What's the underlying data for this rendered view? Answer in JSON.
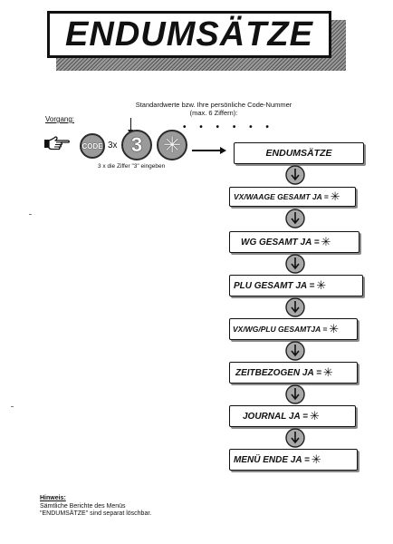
{
  "title": "ENDUMSÄTZE",
  "annotation": {
    "default_line1": "Standardwerte bzw. Ihre persönliche Code-Nummer",
    "default_line2": "(max. 6 Ziffern):",
    "vorgang": "Vorgang:",
    "dots": "• • • • • •"
  },
  "keys": {
    "code_label": "CODE",
    "times": "3x",
    "digit": "3",
    "star": "✳",
    "caption": "3 x die Ziffer \"3\" eingeben"
  },
  "flow": [
    {
      "label": "ENDUMSÄTZE",
      "star": ""
    },
    {
      "label": "VX/WAAGE GESAMT JA =",
      "star": "✳"
    },
    {
      "label": "WG GESAMT JA =",
      "star": "✳"
    },
    {
      "label": "PLU GESAMT JA =",
      "star": "✳"
    },
    {
      "label": "VX/WG/PLU GESAMTJA =",
      "star": "✳"
    },
    {
      "label": "ZEITBEZOGEN JA =",
      "star": "✳"
    },
    {
      "label": "JOURNAL JA =",
      "star": "✳"
    },
    {
      "label": "MENÜ ENDE JA =",
      "star": "✳"
    }
  ],
  "hinweis": {
    "title": "Hinweis:",
    "line1": "Sämtliche Berichte des Menüs",
    "line2": "\"ENDUMSÄTZE\" sind separat löschbar."
  },
  "icons": {
    "pointing_hand": "pointing-hand-icon",
    "flow_arrow": "down-arrow-circle-icon"
  }
}
